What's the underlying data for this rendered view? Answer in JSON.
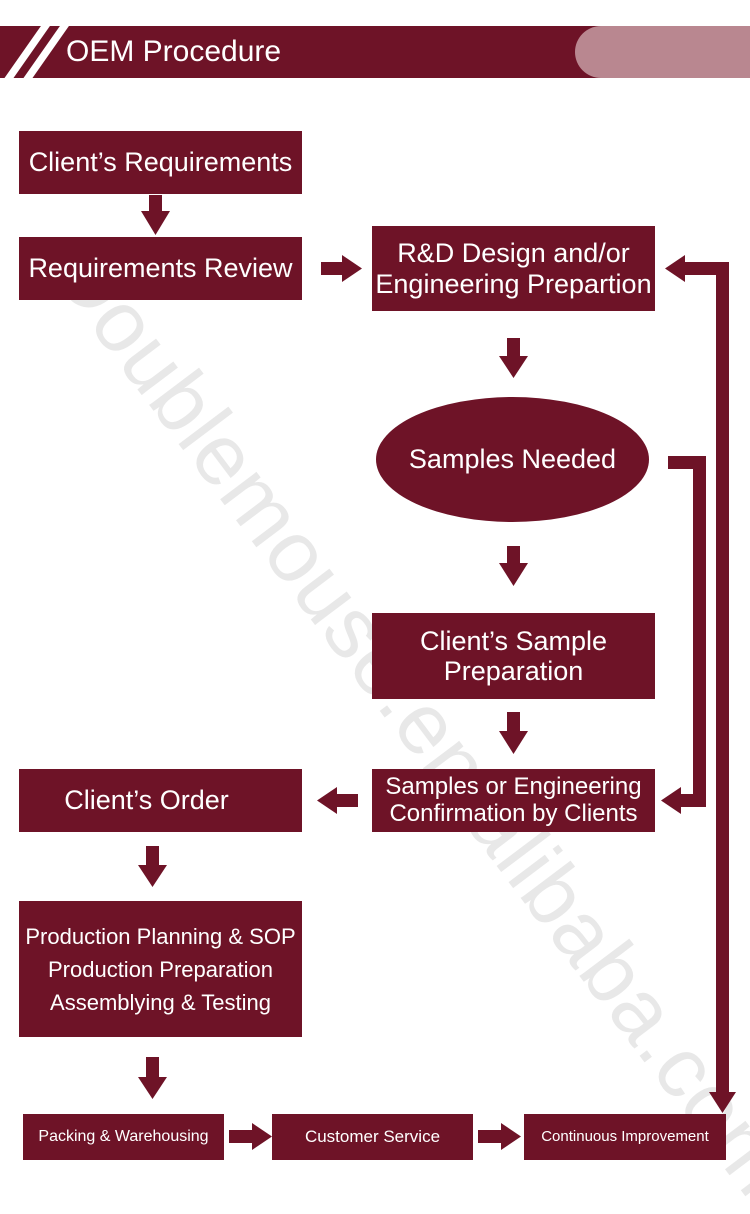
{
  "header": {
    "title": "OEM Procedure"
  },
  "watermark": {
    "text": "Doublemouse.en.alibaba.com"
  },
  "colors": {
    "primary": "#6e1327",
    "banner_accent": "#b98790",
    "background": "#ffffff",
    "text": "#ffffff"
  },
  "steps": {
    "client_requirements": "Client’s Requirements",
    "requirements_review": "Requirements Review",
    "rd_design": [
      "R&D Design and/or",
      "Engineering Prepartion"
    ],
    "samples_needed": "Samples Needed",
    "client_sample_preparation": [
      "Client’s Sample",
      "Preparation"
    ],
    "samples_confirmation": [
      "Samples or Engineering",
      "Confirmation by Clients"
    ],
    "client_order": "Client’s Order",
    "production": [
      "Production Planning & SOP",
      "Production Preparation",
      "Assemblying & Testing"
    ],
    "packing": "Packing & Warehousing",
    "customer_service": "Customer Service",
    "continuous_improvement": "Continuous Improvement"
  }
}
